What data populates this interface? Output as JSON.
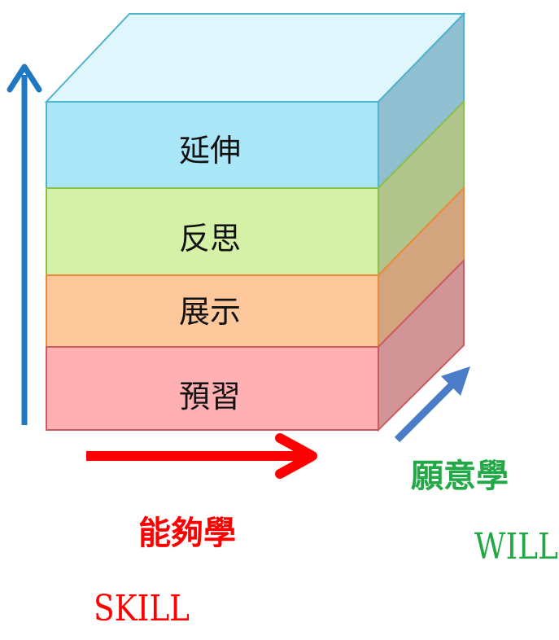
{
  "layers": [
    {
      "label": "延伸",
      "front": "#a9e6f8",
      "side": "#8fbfd0",
      "top": "#dff6fc",
      "border": "#4fb3cc"
    },
    {
      "label": "反思",
      "front": "#d5f1a8",
      "side": "#b2c58c",
      "border": "#8cc049"
    },
    {
      "label": "展示",
      "front": "#fcc79b",
      "side": "#d2a57f",
      "border": "#e98b3a"
    },
    {
      "label": "預習",
      "front": "#ffb0b3",
      "side": "#d19597",
      "border": "#cc5b61"
    }
  ],
  "axes": {
    "vertical_arrow_color": "#1f78c1",
    "horizontal_arrow_color": "#ff0000",
    "diagonal_arrow_color": "#4a7cc7"
  },
  "captions": {
    "skill_zh": "能夠學",
    "skill_en": "SKILL",
    "will_zh": "願意學",
    "will_en": "WILL"
  }
}
